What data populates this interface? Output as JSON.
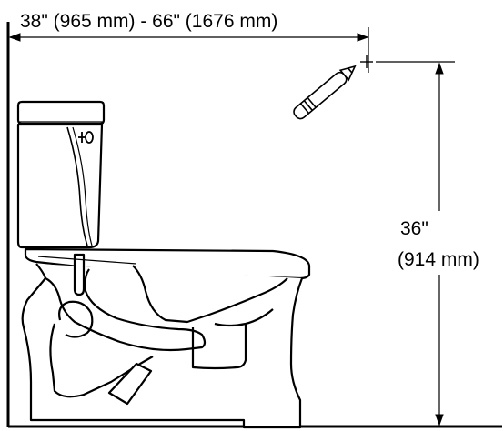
{
  "horizontal_dimension": {
    "label": "38\" (965 mm) - 66\" (1676 mm)"
  },
  "vertical_dimension": {
    "label_inches": "36\"",
    "label_mm": "(914 mm)"
  },
  "colors": {
    "ink": "#000000",
    "paper": "#ffffff"
  },
  "icons": {
    "pencil": "pencil-icon",
    "mark": "crosshair-mark-icon"
  }
}
